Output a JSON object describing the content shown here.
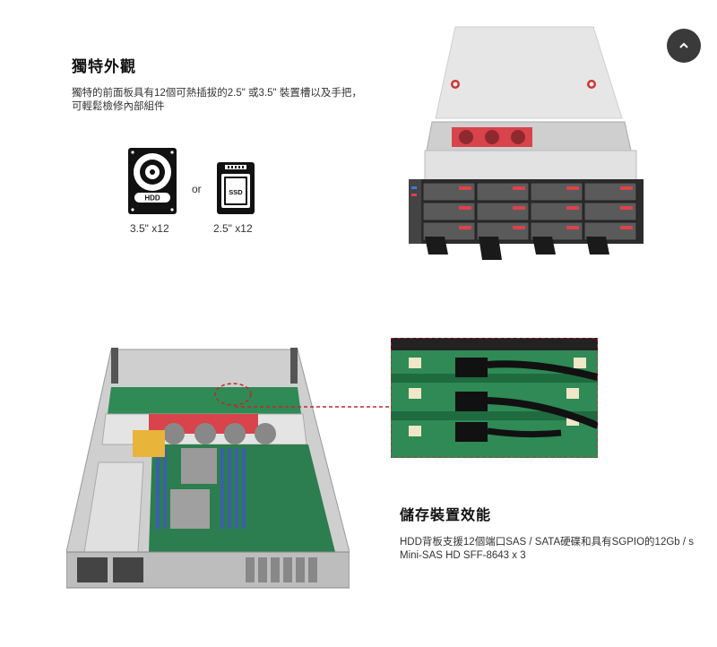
{
  "section1": {
    "title": "獨特外觀",
    "description": "獨特的前面板具有12個可熱插拔的2.5\" 或3.5\" 裝置槽以及手把，可輕鬆檢修內部組件",
    "hdd_label": "HDD",
    "ssd_label": "SSD",
    "or_label": "or",
    "hdd_caption": "3.5\" x12",
    "ssd_caption": "2.5\" x12"
  },
  "section2": {
    "title": "儲存裝置效能",
    "description": "HDD背板支援12個端口SAS / SATA硬碟和具有SGPIO的12Gb / s Mini-SAS HD SFF-8643 x 3"
  },
  "colors": {
    "fan_red": "#d9434b",
    "pcb_green": "#2f8a55",
    "accent_dashed": "#c0282c",
    "top_button": "#3a3a3a"
  },
  "icons": {
    "top_button": "chevron-up-icon"
  }
}
